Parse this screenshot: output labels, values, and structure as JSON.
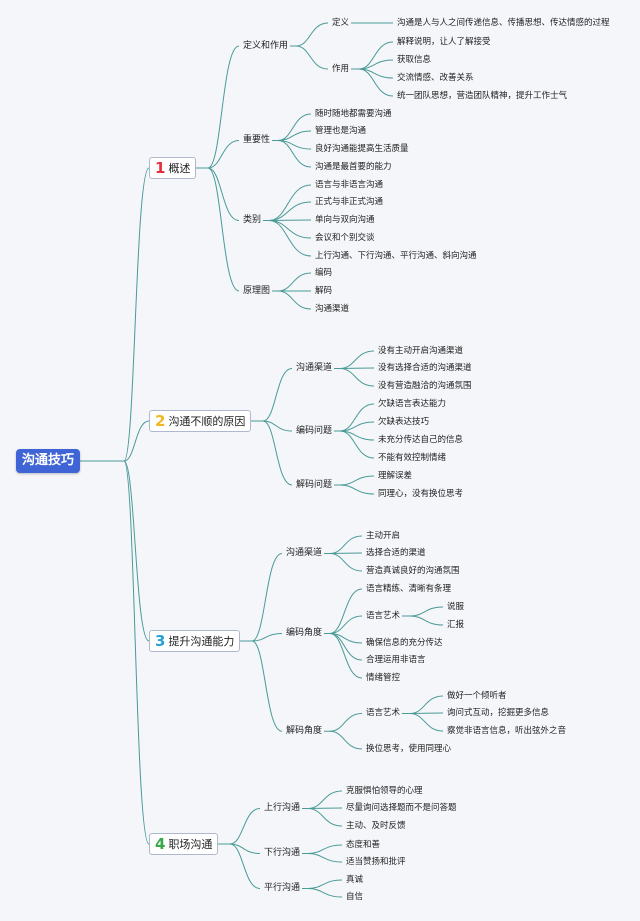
{
  "colors": {
    "root_bg": "#3f64d6",
    "line": "#4a9a96",
    "num": [
      "#e5303a",
      "#f2b71c",
      "#2a9fd6",
      "#38a849"
    ]
  },
  "mindmap": {
    "label": "沟通技巧",
    "children": [
      {
        "num": "1",
        "label": "概述",
        "children": [
          {
            "label": "定义和作用",
            "children": [
              {
                "label": "定义",
                "children": [
                  {
                    "label": "沟通是人与人之间传递信息、传播思想、传达情感的过程"
                  }
                ]
              },
              {
                "label": "作用",
                "children": [
                  {
                    "label": "解释说明，让人了解接受"
                  },
                  {
                    "label": "获取信息"
                  },
                  {
                    "label": "交流情感、改善关系"
                  },
                  {
                    "label": "统一团队思想，营造团队精神，提升工作士气"
                  }
                ]
              }
            ]
          },
          {
            "label": "重要性",
            "children": [
              {
                "label": "随时随地都需要沟通"
              },
              {
                "label": "管理也是沟通"
              },
              {
                "label": "良好沟通能提高生活质量"
              },
              {
                "label": "沟通是最首要的能力"
              }
            ]
          },
          {
            "label": "类别",
            "children": [
              {
                "label": "语言与非语言沟通"
              },
              {
                "label": "正式与非正式沟通"
              },
              {
                "label": "单向与双向沟通"
              },
              {
                "label": "会议和个别交谈"
              },
              {
                "label": "上行沟通、下行沟通、平行沟通、斜向沟通"
              }
            ]
          },
          {
            "label": "原理图",
            "children": [
              {
                "label": "编码"
              },
              {
                "label": "解码"
              },
              {
                "label": "沟通渠道"
              }
            ]
          }
        ]
      },
      {
        "num": "2",
        "label": "沟通不顺的原因",
        "children": [
          {
            "label": "沟通渠道",
            "children": [
              {
                "label": "没有主动开启沟通渠道"
              },
              {
                "label": "没有选择合适的沟通渠道"
              },
              {
                "label": "没有营造融洽的沟通氛围"
              }
            ]
          },
          {
            "label": "编码问题",
            "children": [
              {
                "label": "欠缺语言表达能力"
              },
              {
                "label": "欠缺表达技巧"
              },
              {
                "label": "未充分传达自己的信息"
              },
              {
                "label": "不能有效控制情绪"
              }
            ]
          },
          {
            "label": "解码问题",
            "children": [
              {
                "label": "理解误差"
              },
              {
                "label": "同理心，没有换位思考"
              }
            ]
          }
        ]
      },
      {
        "num": "3",
        "label": "提升沟通能力",
        "children": [
          {
            "label": "沟通渠道",
            "children": [
              {
                "label": "主动开启"
              },
              {
                "label": "选择合适的渠道"
              },
              {
                "label": "营造真诚良好的沟通氛围"
              }
            ]
          },
          {
            "label": "编码角度",
            "children": [
              {
                "label": "语言精练、清晰有条理"
              },
              {
                "label": "语言艺术",
                "children": [
                  {
                    "label": "说服"
                  },
                  {
                    "label": "汇报"
                  }
                ]
              },
              {
                "label": "确保信息的充分传达"
              },
              {
                "label": "合理运用非语言"
              },
              {
                "label": "情绪管控"
              }
            ]
          },
          {
            "label": "解码角度",
            "children": [
              {
                "label": "语言艺术",
                "children": [
                  {
                    "label": "做好一个倾听者"
                  },
                  {
                    "label": "询问式互动，挖掘更多信息"
                  },
                  {
                    "label": "察觉非语言信息，听出弦外之音"
                  }
                ]
              },
              {
                "label": "换位思考，使用同理心"
              }
            ]
          }
        ]
      },
      {
        "num": "4",
        "label": "职场沟通",
        "children": [
          {
            "label": "上行沟通",
            "children": [
              {
                "label": "克服惧怕领导的心理"
              },
              {
                "label": "尽量询问选择题而不是问答题"
              },
              {
                "label": "主动、及时反馈"
              }
            ]
          },
          {
            "label": "下行沟通",
            "children": [
              {
                "label": "态度和善"
              },
              {
                "label": "适当赞扬和批评"
              }
            ]
          },
          {
            "label": "平行沟通",
            "children": [
              {
                "label": "真诚"
              },
              {
                "label": "自信"
              }
            ]
          }
        ]
      }
    ]
  }
}
